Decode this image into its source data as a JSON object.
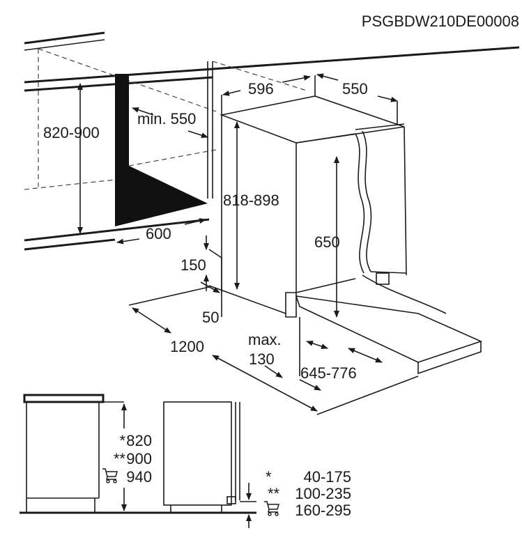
{
  "diagram_id": "PSGBDW210DE00008",
  "dimensions": {
    "niche_height": "820-900",
    "min_depth": "min. 550",
    "width": "596",
    "depth": "550",
    "appliance_height": "818-898",
    "niche_width": "600",
    "door_height": "650",
    "plinth_height": "150",
    "plinth_depth": "50",
    "door_open_depth": "1200",
    "max_label": "max.",
    "max_value": "130",
    "door_range": "645-776"
  },
  "side_view": {
    "heights": [
      {
        "marker": "*",
        "value": "820"
      },
      {
        "marker": "**",
        "value": "900"
      },
      {
        "marker": "cart-icon",
        "value": "940"
      }
    ],
    "plinth_ranges": [
      {
        "marker": "*",
        "value": "40-175"
      },
      {
        "marker": "**",
        "value": "100-235"
      },
      {
        "marker": "cart-icon",
        "value": "160-295"
      }
    ]
  }
}
